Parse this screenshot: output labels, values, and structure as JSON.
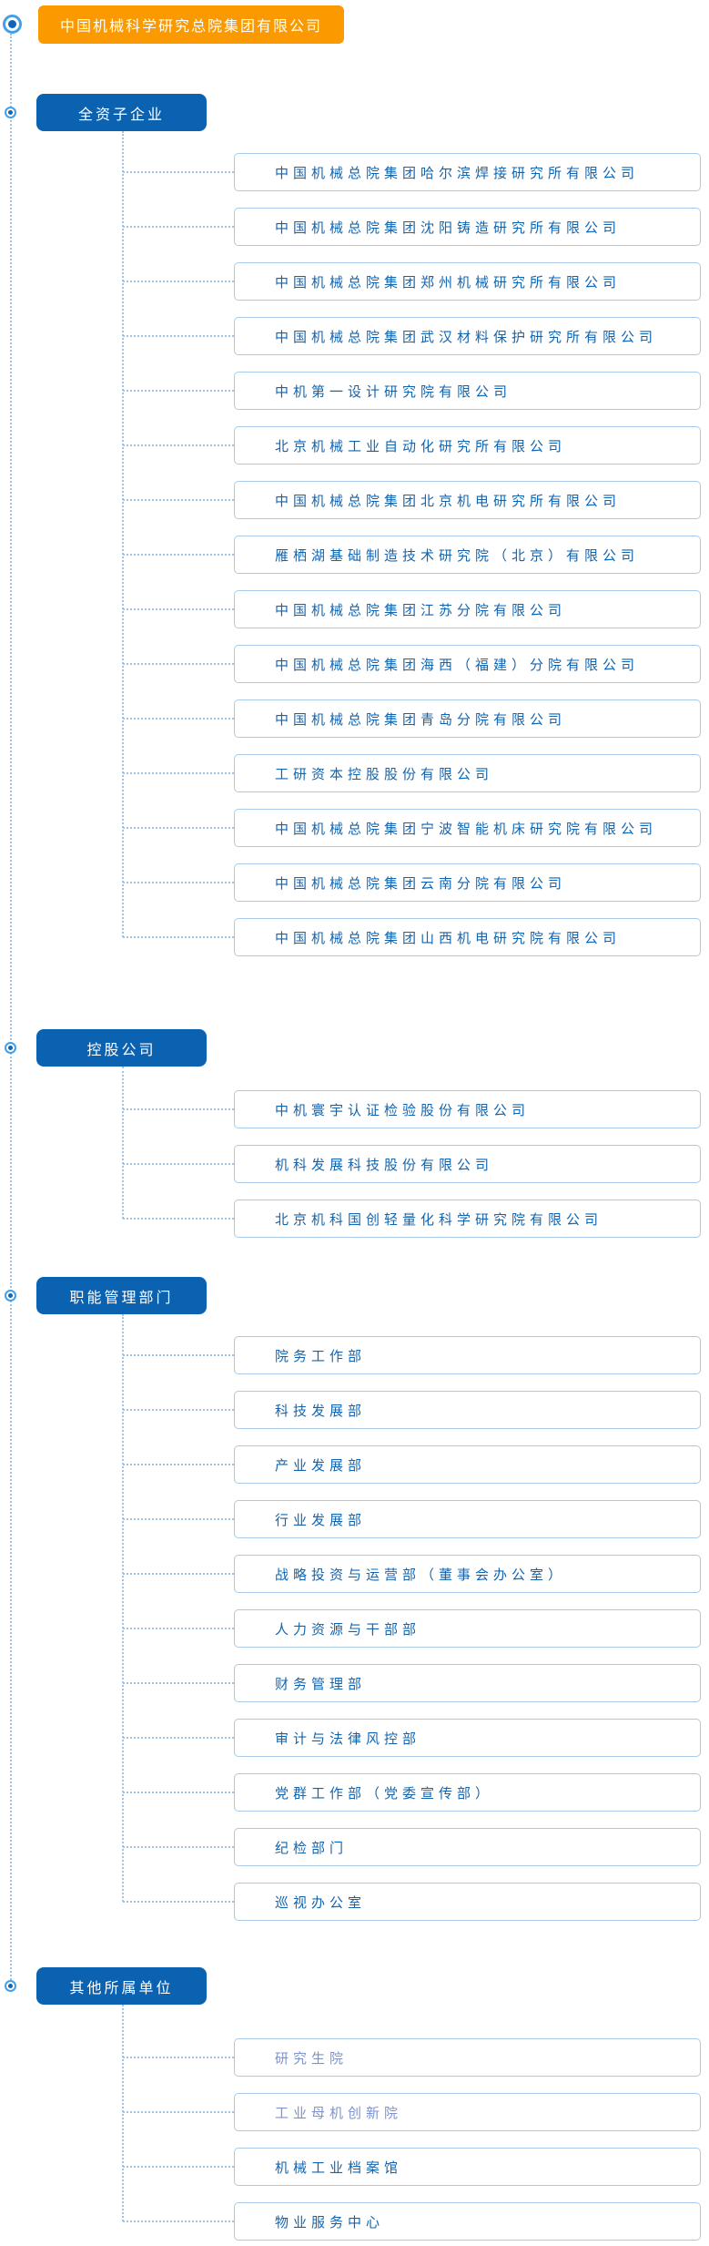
{
  "root": {
    "label": "中国机械科学研究总院集团有限公司"
  },
  "colors": {
    "root_bg": "#fa9a00",
    "section_bg": "#0b62b1",
    "item_border": "#a9c9ea",
    "item_text": "#1065b2",
    "item_text_visited": "#7e93cd",
    "connector": "#9dc3e9",
    "node_ring": "#41a0ea",
    "node_dot": "#1166b3",
    "text_on_fill": "#ffffff"
  },
  "sections": [
    {
      "label": "全资子企业",
      "items": [
        {
          "label": "中国机械总院集团哈尔滨焊接研究所有限公司"
        },
        {
          "label": "中国机械总院集团沈阳铸造研究所有限公司"
        },
        {
          "label": "中国机械总院集团郑州机械研究所有限公司"
        },
        {
          "label": "中国机械总院集团武汉材料保护研究所有限公司"
        },
        {
          "label": "中机第一设计研究院有限公司"
        },
        {
          "label": "北京机械工业自动化研究所有限公司"
        },
        {
          "label": "中国机械总院集团北京机电研究所有限公司"
        },
        {
          "label": "雁栖湖基础制造技术研究院（北京）有限公司"
        },
        {
          "label": "中国机械总院集团江苏分院有限公司"
        },
        {
          "label": "中国机械总院集团海西（福建）分院有限公司"
        },
        {
          "label": "中国机械总院集团青岛分院有限公司"
        },
        {
          "label": "工研资本控股股份有限公司"
        },
        {
          "label": "中国机械总院集团宁波智能机床研究院有限公司"
        },
        {
          "label": "中国机械总院集团云南分院有限公司"
        },
        {
          "label": "中国机械总院集团山西机电研究院有限公司"
        }
      ]
    },
    {
      "label": "控股公司",
      "items": [
        {
          "label": "中机寰宇认证检验股份有限公司"
        },
        {
          "label": "机科发展科技股份有限公司"
        },
        {
          "label": "北京机科国创轻量化科学研究院有限公司"
        }
      ]
    },
    {
      "label": "职能管理部门",
      "items": [
        {
          "label": "院务工作部"
        },
        {
          "label": "科技发展部"
        },
        {
          "label": "产业发展部"
        },
        {
          "label": "行业发展部"
        },
        {
          "label": "战略投资与运营部（董事会办公室）"
        },
        {
          "label": "人力资源与干部部"
        },
        {
          "label": "财务管理部"
        },
        {
          "label": "审计与法律风控部"
        },
        {
          "label": "党群工作部（党委宣传部）"
        },
        {
          "label": "纪检部门"
        },
        {
          "label": "巡视办公室"
        }
      ]
    },
    {
      "label": "其他所属单位",
      "items": [
        {
          "label": "研究生院",
          "visited": true
        },
        {
          "label": "工业母机创新院",
          "visited": true
        },
        {
          "label": "机械工业档案馆"
        },
        {
          "label": "物业服务中心"
        }
      ]
    }
  ]
}
